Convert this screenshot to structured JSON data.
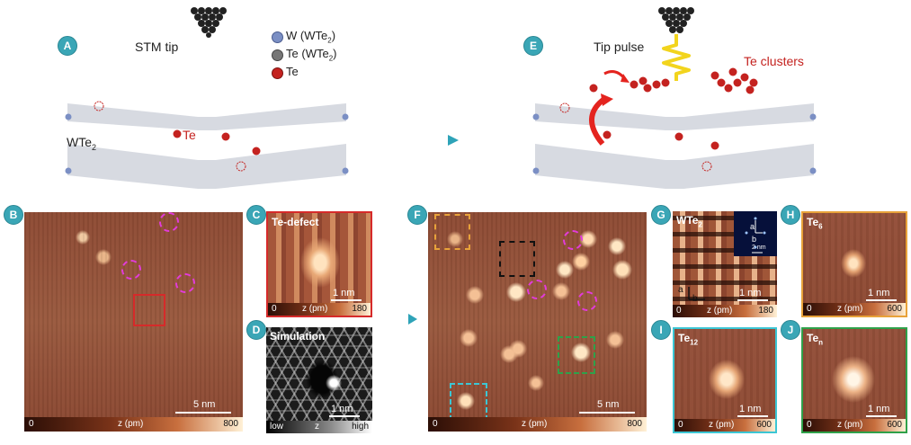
{
  "panels": {
    "A": {
      "badge": "A",
      "tip_label": "STM tip",
      "legend": [
        {
          "sym": "W",
          "sub": "(WTe",
          "sub2": "2",
          "end": ")",
          "color": "#7b8fc4"
        },
        {
          "sym": "Te",
          "sub": "(WTe",
          "sub2": "2",
          "end": ")",
          "color": "#777777"
        },
        {
          "sym": "Te",
          "sub": "",
          "sub2": "",
          "end": "",
          "color": "#c4221f"
        }
      ],
      "te_label": "Te",
      "wte2_main": "WTe",
      "wte2_sub": "2"
    },
    "E": {
      "badge": "E",
      "tip_pulse": "Tip pulse",
      "te_clusters": "Te clusters"
    },
    "B": {
      "badge": "B",
      "scale": "5 nm",
      "cbar_min": "0",
      "cbar_mid": "z (pm)",
      "cbar_max": "800"
    },
    "C": {
      "badge": "C",
      "title": "Te-defect",
      "scale": "1 nm",
      "cbar_min": "0",
      "cbar_mid": "z (pm)",
      "cbar_max": "180"
    },
    "D": {
      "badge": "D",
      "title": "Simulation",
      "scale": "1 nm",
      "cbar_min": "low",
      "cbar_mid": "z",
      "cbar_max": "high"
    },
    "F": {
      "badge": "F",
      "scale": "5 nm",
      "cbar_min": "0",
      "cbar_mid": "z (pm)",
      "cbar_max": "800"
    },
    "G": {
      "badge": "G",
      "title_main": "WTe",
      "title_sub": "2",
      "scale": "1 nm",
      "cbar_min": "0",
      "cbar_mid": "z (pm)",
      "cbar_max": "180",
      "inset_scale": "2 nm",
      "axis_a": "a",
      "axis_b": "b",
      "inset_a": "a",
      "inset_b": "b"
    },
    "H": {
      "badge": "H",
      "title_main": "Te",
      "title_sub": "6",
      "scale": "1 nm",
      "cbar_min": "0",
      "cbar_mid": "z (pm)",
      "cbar_max": "600"
    },
    "I": {
      "badge": "I",
      "title_main": "Te",
      "title_sub": "12",
      "scale": "1 nm",
      "cbar_min": "0",
      "cbar_mid": "z (pm)",
      "cbar_max": "600"
    },
    "J": {
      "badge": "J",
      "title_main": "Te",
      "title_sub": "n",
      "scale": "1 nm",
      "cbar_min": "0",
      "cbar_mid": "z (pm)",
      "cbar_max": "600"
    }
  },
  "colors": {
    "accent": "#3aa6b6",
    "red_frame": "#d62a2a",
    "orange_frame": "#e8a23a",
    "black_frame": "#111111",
    "green_frame": "#2fa14a",
    "cyan_frame": "#3cc6d4",
    "magenta_circle": "#e23bdb",
    "te_red": "#c4221f"
  }
}
